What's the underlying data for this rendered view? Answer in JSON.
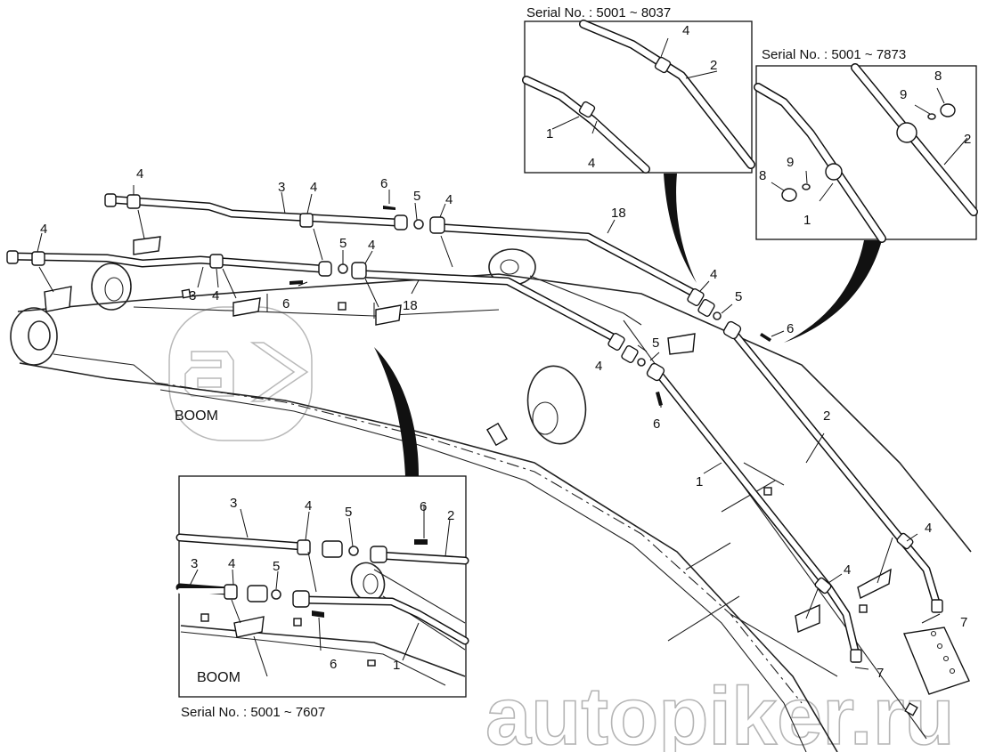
{
  "diagram": {
    "title": "Boom piping - exploded parts view",
    "insets": {
      "top_middle": {
        "serial": "Serial No. : 5001 ~ 8037",
        "labels": [
          "4",
          "2",
          "4",
          "1"
        ]
      },
      "top_right": {
        "serial": "Serial No. : 5001 ~ 7873",
        "labels": [
          "8",
          "9",
          "2",
          "9",
          "8",
          "1"
        ]
      },
      "bottom_left": {
        "serial": "Serial No. : 5001 ~ 7607",
        "boom_label": "BOOM",
        "labels": [
          "3",
          "4",
          "5",
          "6",
          "2",
          "3",
          "4",
          "5",
          "1",
          "6"
        ]
      }
    },
    "main": {
      "boom_label": "BOOM",
      "labels": {
        "upper_line": [
          "4",
          "3",
          "4",
          "6",
          "5",
          "4",
          "18"
        ],
        "lower_line": [
          "4",
          "3",
          "4",
          "5",
          "4",
          "6",
          "18"
        ],
        "right_upper": [
          "4",
          "5",
          "6"
        ],
        "right_lower": [
          "4",
          "5",
          "6",
          "2",
          "1"
        ],
        "boom_end": [
          "4",
          "4",
          "7",
          "7"
        ]
      }
    },
    "watermark": "autopiker.ru",
    "part_numbers": [
      "1",
      "2",
      "3",
      "4",
      "5",
      "6",
      "7",
      "8",
      "9",
      "18"
    ]
  }
}
